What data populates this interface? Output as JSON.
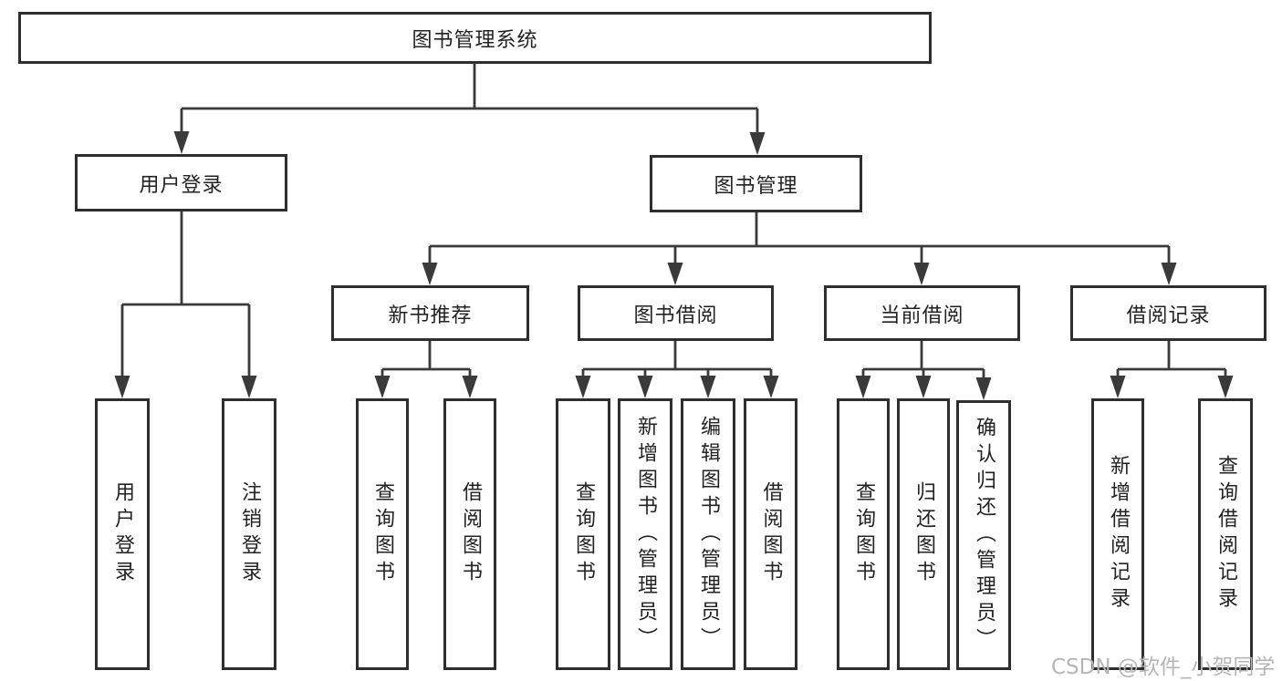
{
  "tree": {
    "label": "图书管理系统",
    "children": [
      {
        "label": "用户登录",
        "children": [
          {
            "label": "用户登录"
          },
          {
            "label": "注销登录"
          }
        ]
      },
      {
        "label": "图书管理",
        "children": [
          {
            "label": "新书推荐",
            "children": [
              {
                "label": "查询图书"
              },
              {
                "label": "借阅图书"
              }
            ]
          },
          {
            "label": "图书借阅",
            "children": [
              {
                "label": "查询图书"
              },
              {
                "label": "新增图书（管理员）"
              },
              {
                "label": "编辑图书（管理员）"
              },
              {
                "label": "借阅图书"
              }
            ]
          },
          {
            "label": "当前借阅",
            "children": [
              {
                "label": "查询图书"
              },
              {
                "label": "归还图书"
              },
              {
                "label": "确认归还（管理员）"
              }
            ]
          },
          {
            "label": "借阅记录",
            "children": [
              {
                "label": "新增借阅记录"
              },
              {
                "label": "查询借阅记录"
              }
            ]
          }
        ]
      }
    ]
  },
  "watermark": {
    "text": "CSDN @软件_小贺同学"
  },
  "colors": {
    "line": "#3a3a3a",
    "box_border": "#2e2e2e",
    "text": "#222222",
    "watermark": "#b5b5b5",
    "background": "#ffffff"
  }
}
